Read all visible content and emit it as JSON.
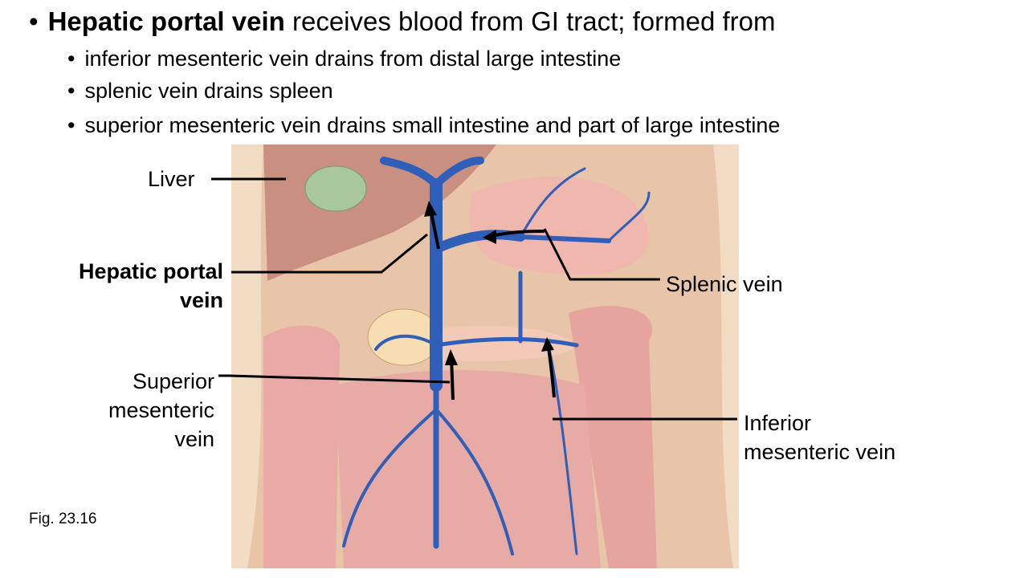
{
  "bullets": {
    "main_bold": "Hepatic portal vein",
    "main_rest": " receives blood from GI tract; formed from",
    "sub": [
      "inferior mesenteric vein drains from distal large intestine",
      "splenic vein drains spleen",
      "superior mesenteric vein drains small intestine and part of large intestine"
    ]
  },
  "labels": {
    "liver": "Liver",
    "hepatic_portal_1": "Hepatic portal",
    "hepatic_portal_2": "vein",
    "splenic": "Splenic vein",
    "superior_1": "Superior",
    "superior_2": "mesenteric",
    "superior_3": "vein",
    "inferior_1": "Inferior",
    "inferior_2": "mesenteric vein"
  },
  "figure_ref": "Fig. 23.16",
  "colors": {
    "vein": "#2f5fb8",
    "tissue": "#f0b8b0",
    "liver": "#d49a8c",
    "gallbladder": "#a8c89a"
  }
}
